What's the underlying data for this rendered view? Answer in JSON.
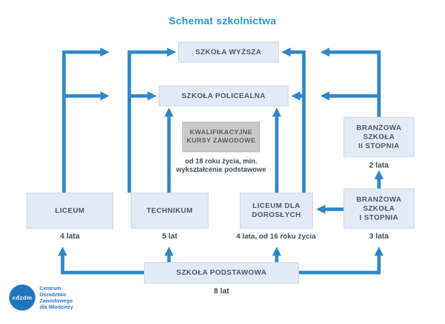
{
  "title": "Schemat szkolnictwa",
  "boxes": {
    "szkola_wyzsza": {
      "label": "SZKOŁA WYŻSZA"
    },
    "szkola_policealna": {
      "label": "SZKOŁA POLICEALNA"
    },
    "kkz": {
      "line1": "KWALIFIKACYJNE",
      "line2": "KURSY ZAWODOWE"
    },
    "kkz_note": {
      "line1": "od 18 roku życia, min.",
      "line2": "wykształcenie podstawowe"
    },
    "branzowa_ii": {
      "line1": "BRANŻOWA",
      "line2": "SZKOŁA",
      "line3": "II STOPNIA",
      "duration": "2 lata"
    },
    "liceum": {
      "label": "LICEUM",
      "duration": "4 lata"
    },
    "technikum": {
      "label": "TECHNIKUM",
      "duration": "5 lat"
    },
    "liceum_dla_doroslych": {
      "line1": "LICEUM DLA",
      "line2": "DOROSŁYCH",
      "duration": "4 lata, od 16 roku życia"
    },
    "branzowa_i": {
      "line1": "BRANŻOWA",
      "line2": "SZKOŁA",
      "line3": "I STOPNIA",
      "duration": "3 lata"
    },
    "szkola_podstawowa": {
      "label": "SZKOŁA PODSTAWOWA",
      "duration": "8 lat"
    }
  },
  "logo": {
    "badge_text": "cdzdm",
    "line1": "Centrum",
    "line2": "Doradztwa",
    "line3": "Zawodowego",
    "line4": "dla Młodzieży"
  },
  "colors": {
    "arrow_blue": "#2e86c6",
    "title_blue": "#2d97d0",
    "box_fill": "#e1eaf5",
    "box_text": "#4d5a6b",
    "gray_box_fill": "#c9c9c9",
    "logo_blue": "#1f74bd"
  }
}
